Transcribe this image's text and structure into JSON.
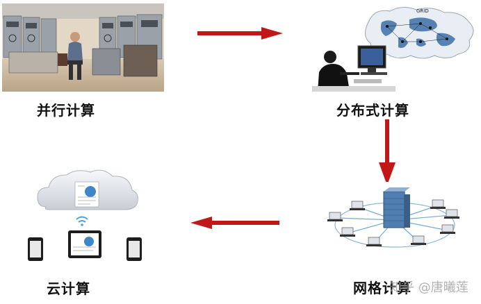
{
  "stages": {
    "parallel": {
      "label": "并行计算",
      "icon": "mainframe-computer-room-photo"
    },
    "distributed": {
      "label": "分布式计算",
      "icon": "world-map-network-photo"
    },
    "grid": {
      "label": "网格计算",
      "icon": "server-network-diagram"
    },
    "cloud": {
      "label": "云计算",
      "icon": "cloud-devices-illustration"
    }
  },
  "world_map_label": "GRID",
  "watermark": "知乎 @唐曦莲",
  "colors": {
    "arrow": "#c01818",
    "label": "#111111",
    "cloud": "#e9ecef",
    "server": "#4f7fb0"
  }
}
